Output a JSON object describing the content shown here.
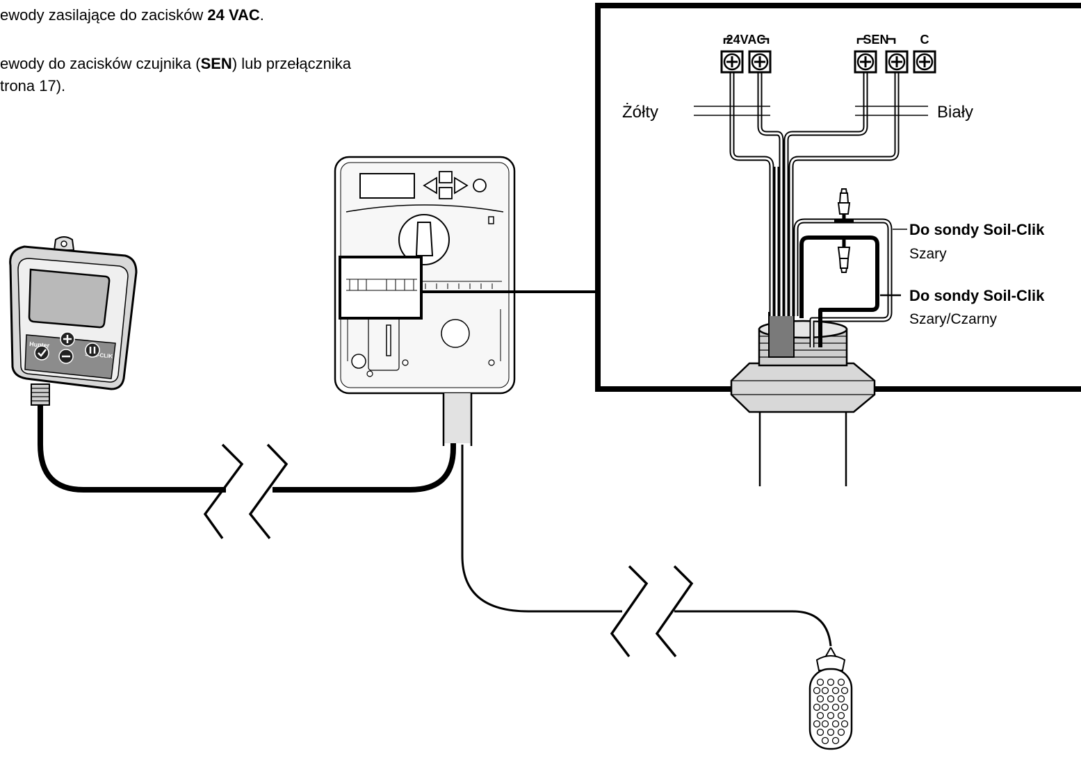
{
  "instructions": {
    "line1": {
      "pre": "ewody zasilające do zacisków ",
      "bold": "24 VAC",
      "post": "."
    },
    "line2": {
      "pre": "ewody do zacisków czujnika (",
      "bold": "SEN",
      "post": ") lub przełącznika"
    },
    "line3": {
      "text": "trona 17)."
    }
  },
  "terminals": {
    "vac": "24VAC",
    "sen": "SEN",
    "common": "C"
  },
  "wires": {
    "left_label": "Żółty",
    "right_label": "Biały"
  },
  "probe_leads": [
    {
      "title": "Do sondy Soil-Clik",
      "color": "Szary"
    },
    {
      "title": "Do sondy Soil-Clik",
      "color": "Szary/Czarny"
    }
  ],
  "sensor_device": {
    "brand": "Hunter",
    "model": "SOIL-CLIK"
  }
}
